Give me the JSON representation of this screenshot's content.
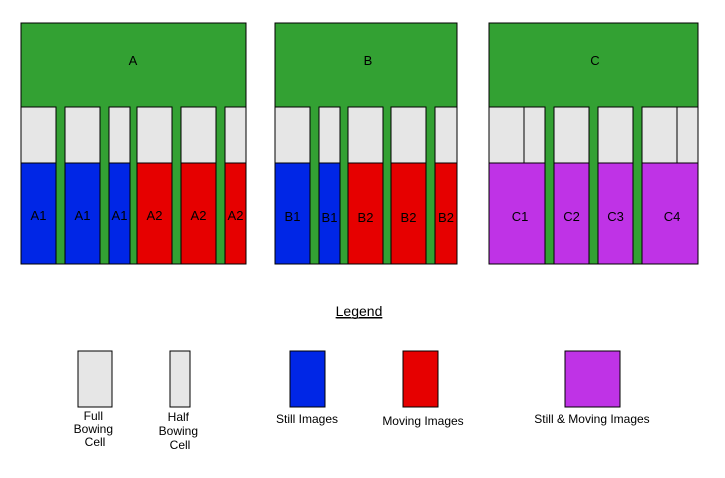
{
  "colors": {
    "panel_green": "#33a133",
    "bowing_cell": "#e6e6e6",
    "still_images": "#0026e6",
    "moving_images": "#e60000",
    "still_and_moving": "#bf33e6",
    "outline": "#000000"
  },
  "diagram": {
    "panels": [
      {
        "id": "panel-a",
        "title": "A",
        "columns": [
          {
            "bowing": "full",
            "label": "A1",
            "media": "still"
          },
          {
            "bowing": "full",
            "label": "A1",
            "media": "still"
          },
          {
            "bowing": "half",
            "label": "A1",
            "media": "still"
          },
          {
            "bowing": "full",
            "label": "A2",
            "media": "moving"
          },
          {
            "bowing": "full",
            "label": "A2",
            "media": "moving"
          },
          {
            "bowing": "half",
            "label": "A2",
            "media": "moving"
          }
        ]
      },
      {
        "id": "panel-b",
        "title": "B",
        "columns": [
          {
            "bowing": "full",
            "label": "B1",
            "media": "still"
          },
          {
            "bowing": "half",
            "label": "B1",
            "media": "still"
          },
          {
            "bowing": "full",
            "label": "B2",
            "media": "moving"
          },
          {
            "bowing": "full",
            "label": "B2",
            "media": "moving"
          },
          {
            "bowing": "half",
            "label": "B2",
            "media": "moving"
          }
        ]
      },
      {
        "id": "panel-c",
        "title": "C",
        "columns": [
          {
            "bowing": "full+half",
            "label": "C1",
            "media": "still_moving"
          },
          {
            "bowing": "full",
            "label": "C2",
            "media": "still_moving"
          },
          {
            "bowing": "full",
            "label": "C3",
            "media": "still_moving"
          },
          {
            "bowing": "full+half",
            "label": "C4",
            "media": "still_moving"
          }
        ]
      }
    ]
  },
  "legend": {
    "title": "Legend",
    "items": [
      {
        "key": "full-bowing-cell",
        "swatch": "bowing_cell",
        "lines": [
          "Full",
          "Bowing",
          "Cell"
        ]
      },
      {
        "key": "half-bowing-cell",
        "swatch": "bowing_cell",
        "lines": [
          "Half",
          "Bowing",
          "Cell"
        ]
      },
      {
        "key": "still-images",
        "swatch": "still_images",
        "lines": [
          "Still Images"
        ]
      },
      {
        "key": "moving-images",
        "swatch": "moving_images",
        "lines": [
          "Moving Images"
        ]
      },
      {
        "key": "still-moving-images",
        "swatch": "still_and_moving",
        "lines": [
          "Still & Moving Images"
        ]
      }
    ]
  }
}
